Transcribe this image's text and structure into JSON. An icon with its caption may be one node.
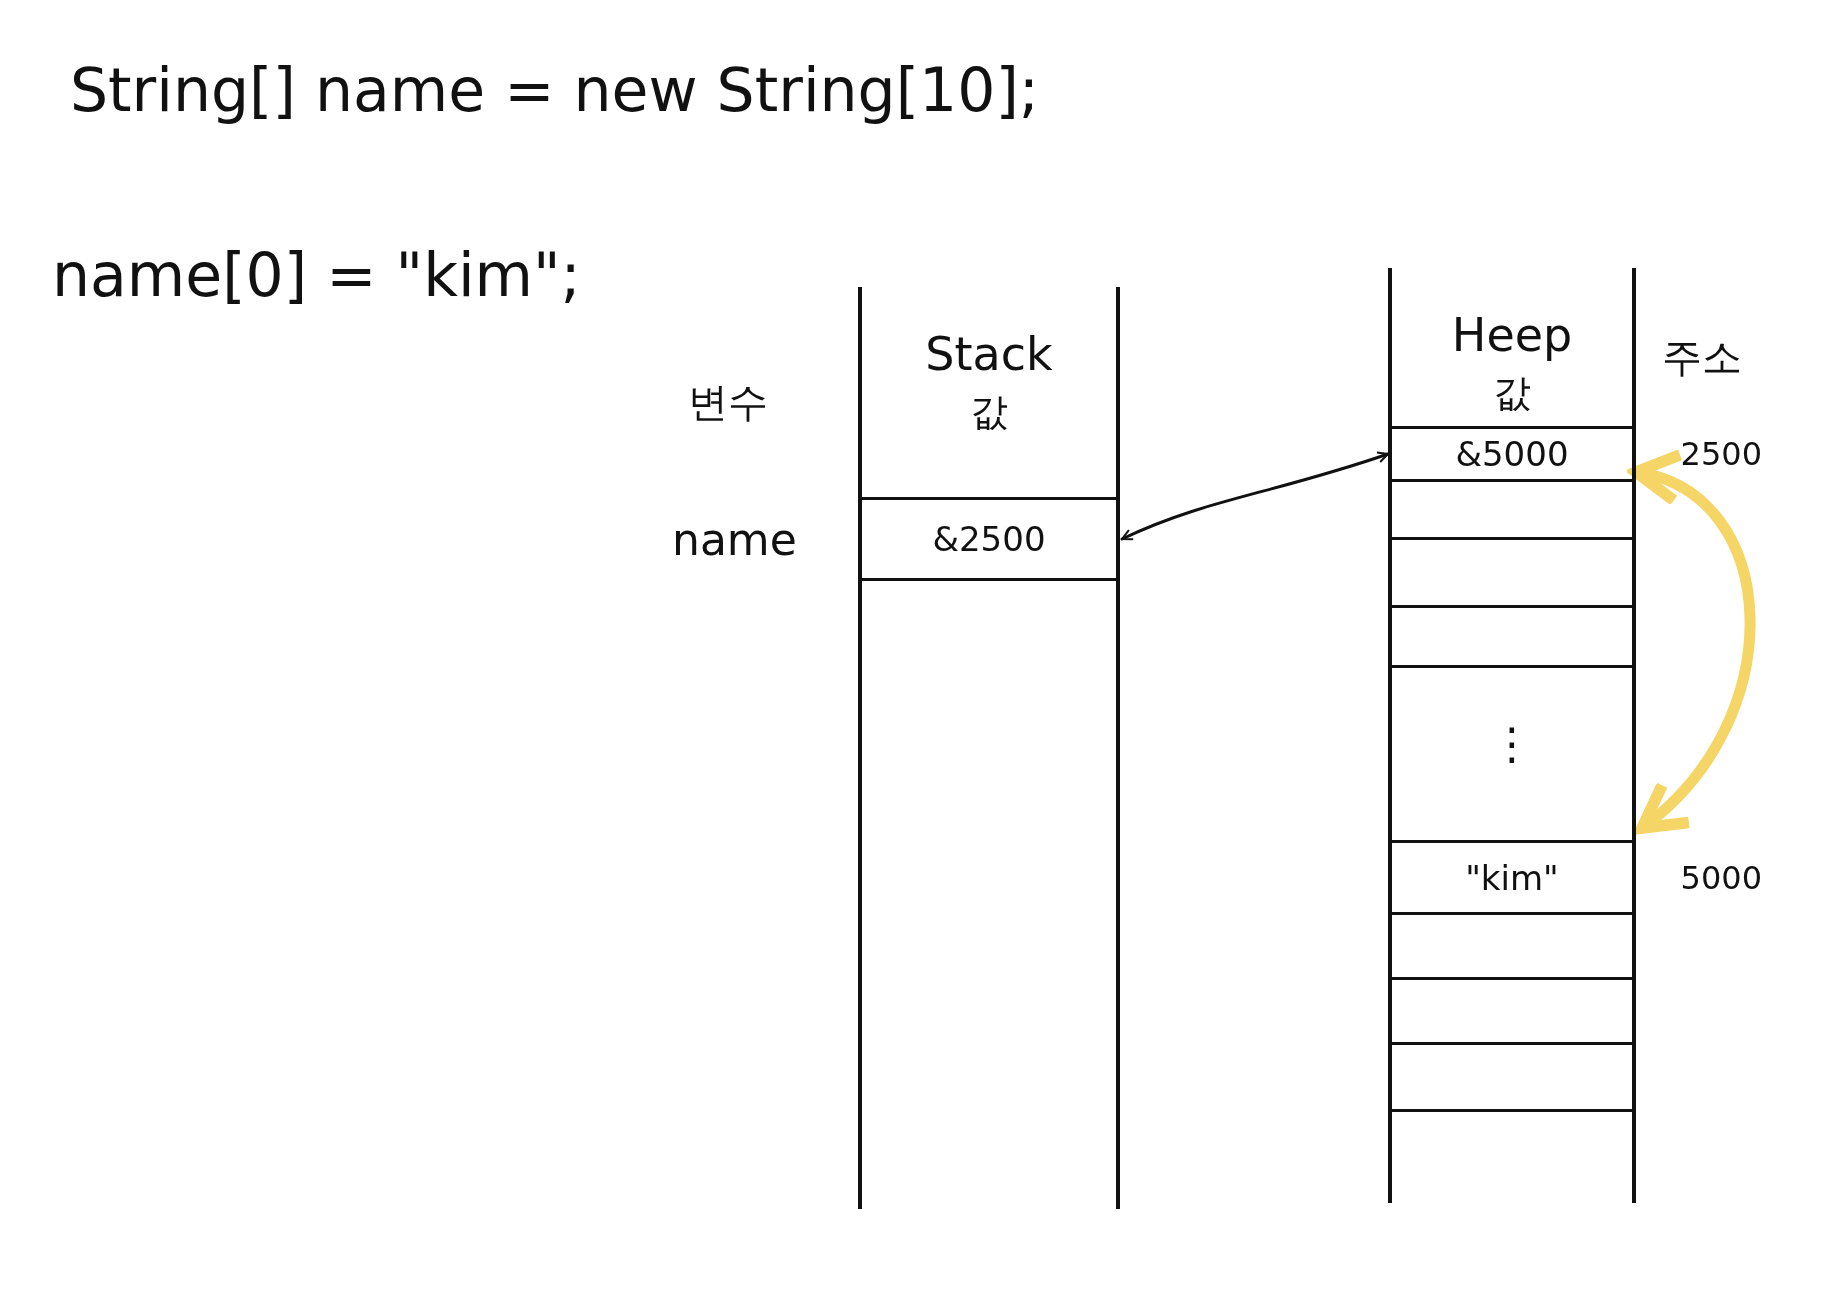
{
  "diagram": {
    "nodes": [
      {
        "text": [
          "Stack",
          "값"
        ]
      },
      {
        "text": [
          "&2500"
        ],
        "in": 0,
        "beside": [
          "name"
        ]
      },
      {
        "text": [
          "Heep",
          "값"
        ]
      },
      {
        "text": [
          "&5000"
        ],
        "in": 2,
        "beside": [
          "2500"
        ]
      },
      {
        "text": [],
        "shape": "box",
        "in": 2
      },
      {
        "text": [],
        "shape": "box",
        "in": 2
      },
      {
        "text": [],
        "shape": "box",
        "in": 2
      },
      {
        "text": [
          "\"kim\""
        ],
        "in": 2,
        "beside": [
          "5000"
        ]
      },
      {
        "text": [],
        "shape": "box",
        "in": 2
      },
      {
        "text": [],
        "shape": "box",
        "in": 2
      },
      {
        "text": [],
        "shape": "box",
        "in": 2
      }
    ],
    "edges": [
      {
        "from": 1,
        "to": 3,
        "arrow": "both"
      },
      {
        "from": 3,
        "to": 7,
        "arrow": "both",
        "style": "thick",
        "color": "#f5d565"
      }
    ],
    "labels": [
      "String[] name = new String[10];",
      "name[0] = \"kim\";",
      "변수",
      "주소",
      "⋮"
    ]
  }
}
